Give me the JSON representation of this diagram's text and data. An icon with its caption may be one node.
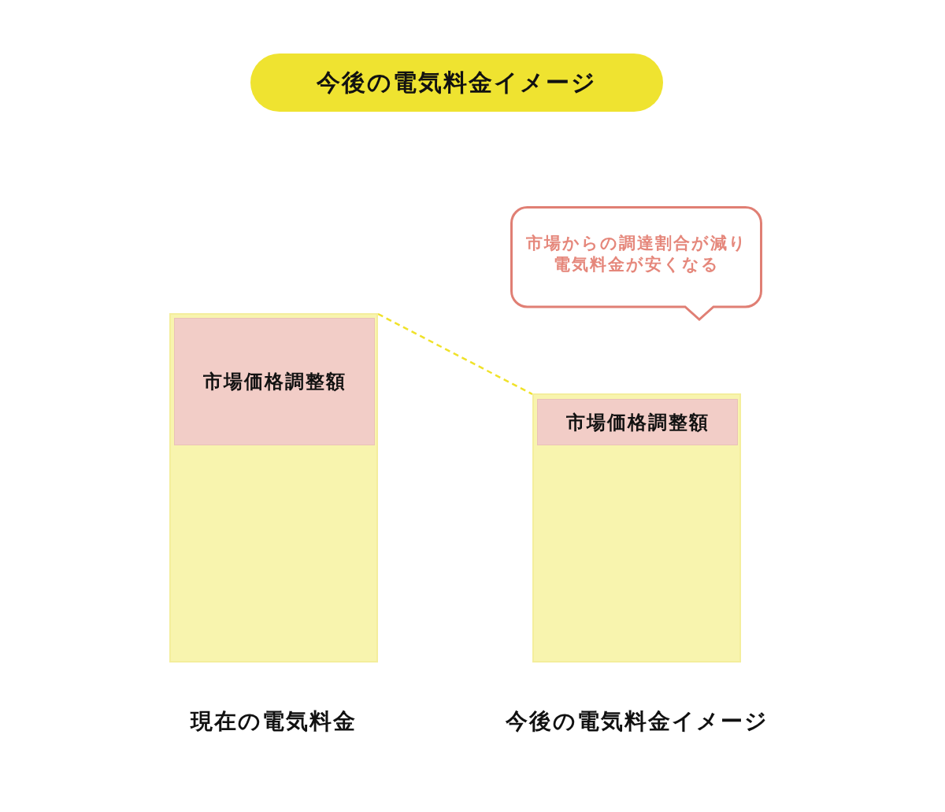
{
  "diagram": {
    "title": "今後の電気料金イメージ",
    "nodes": [
      {
        "text": [],
        "shape": "bar",
        "beside": [
          "現在の電気料金"
        ]
      },
      {
        "text": [
          "市場価格調整額"
        ],
        "in": 0
      },
      {
        "text": [],
        "shape": "bar",
        "beside": [
          "今後の電気料金イメージ"
        ]
      },
      {
        "text": [
          "市場価格調整額"
        ],
        "in": 2
      },
      {
        "text": [
          "市場からの調達割合が減り電気料金が安くなる"
        ]
      }
    ],
    "edges": [
      {
        "from": 0,
        "to": 2,
        "arrow": "none",
        "style": "dashed",
        "color": "#f0e22a"
      }
    ]
  }
}
